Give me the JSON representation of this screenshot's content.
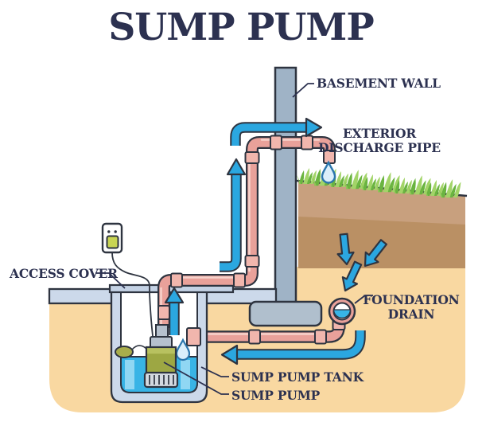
{
  "title": "SUMP PUMP",
  "labels": {
    "basement_wall": "BASEMENT WALL",
    "exterior_discharge_pipe": [
      "EXTERIOR",
      "DISCHARGE PIPE"
    ],
    "access_cover": "ACCESS COVER",
    "foundation_drain": [
      "FOUNDATION",
      "DRAIN"
    ],
    "sump_pump_tank": "SUMP PUMP TANK",
    "sump_pump": "SUMP PUMP"
  },
  "colors": {
    "title_text": "#2c3150",
    "label_text": "#2c3150",
    "outline": "#2e3440",
    "basement_wall": "#9fb3c6",
    "footing": "#b0bfcd",
    "floor_and_pit": "#ccd9ea",
    "access_cover": "#c4d2e5",
    "pipe": "#e9a19a",
    "pipe_coupling": "#f1b6ad",
    "flow_arrow_blue": "#2ba7e0",
    "water_blue": "#38b4e6",
    "soil_top_band": "#c8a07e",
    "soil_mid_band": "#ba9064",
    "soil_deep": "#f9d8a1",
    "grass_dark": "#6ab440",
    "grass_light": "#a2d468",
    "pump_body_green": "#9da743",
    "pump_cap_gray": "#b6c1ce",
    "plug_green": "#c9d554",
    "droplet_fill": "#dbeffb"
  },
  "icons": {
    "power_outlet": "power-outlet-icon",
    "plug": "plug-icon",
    "water_droplet": "water-droplet-icon",
    "flow_arrow": "flow-arrow-icon",
    "grass": "grass-icon"
  }
}
